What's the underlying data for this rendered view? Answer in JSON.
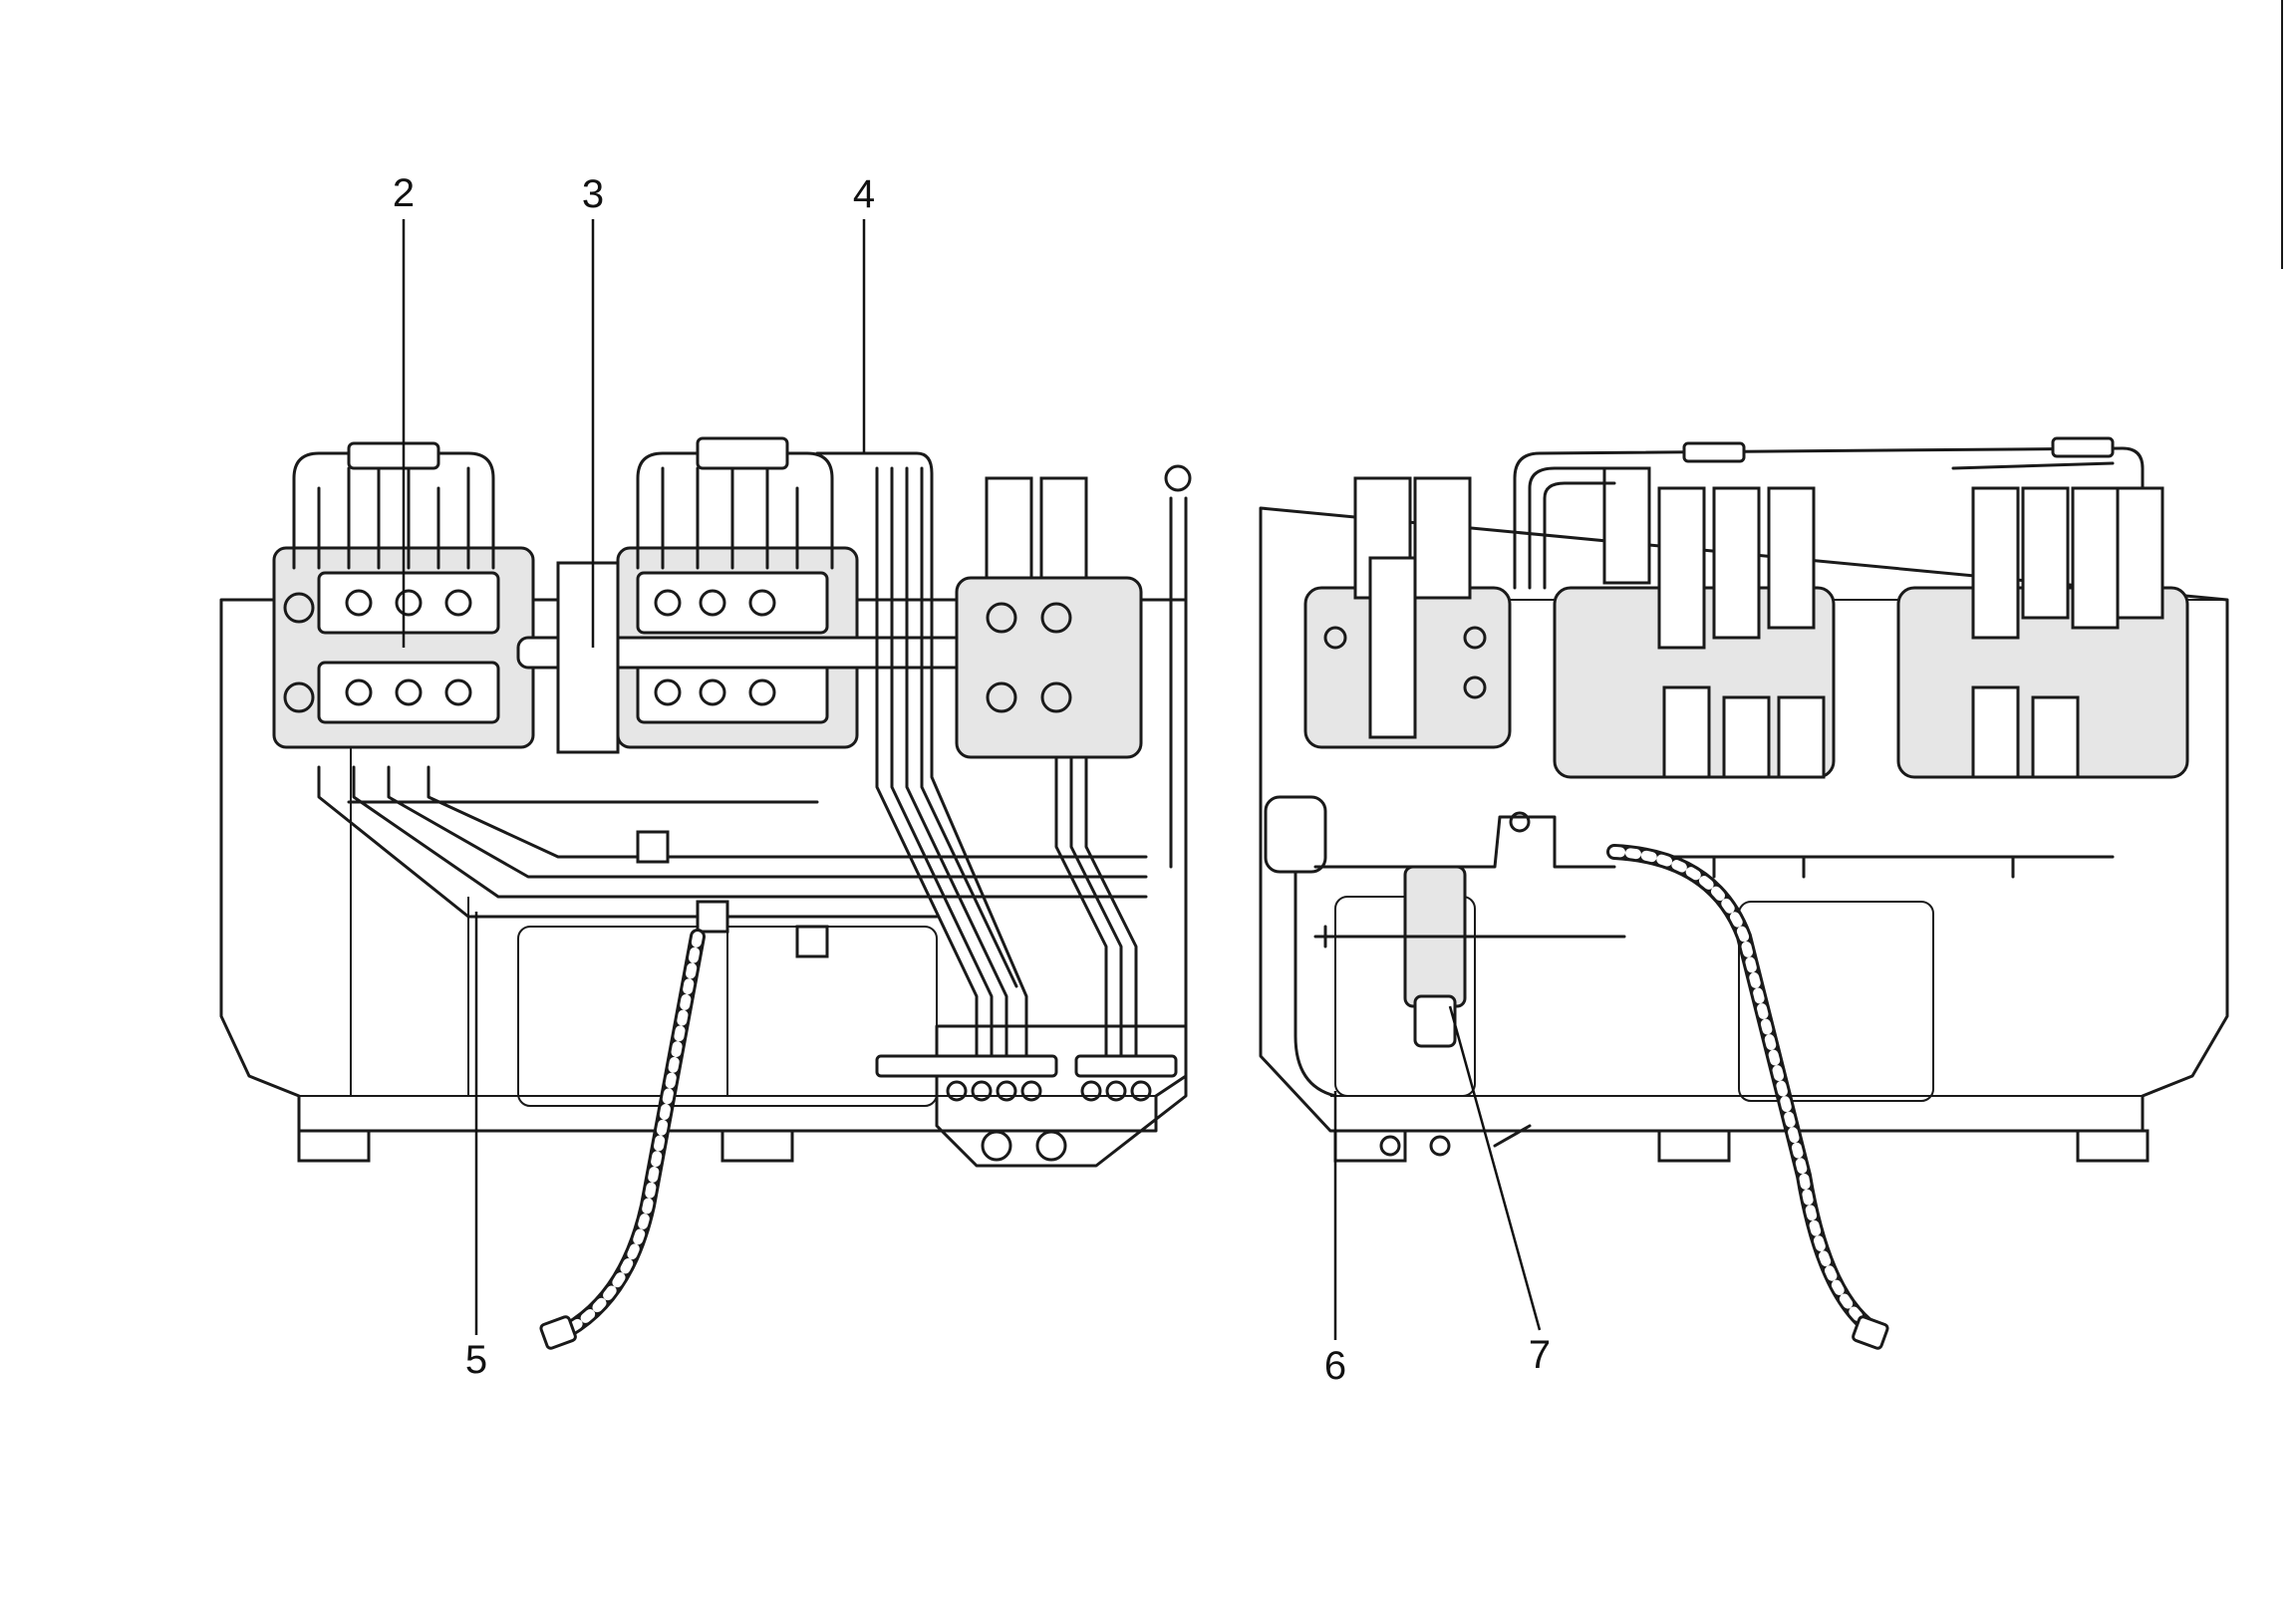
{
  "callouts": [
    {
      "id": "2",
      "label": "2"
    },
    {
      "id": "3",
      "label": "3"
    },
    {
      "id": "4",
      "label": "4"
    },
    {
      "id": "5",
      "label": "5"
    },
    {
      "id": "6",
      "label": "6"
    },
    {
      "id": "7",
      "label": "7"
    }
  ]
}
